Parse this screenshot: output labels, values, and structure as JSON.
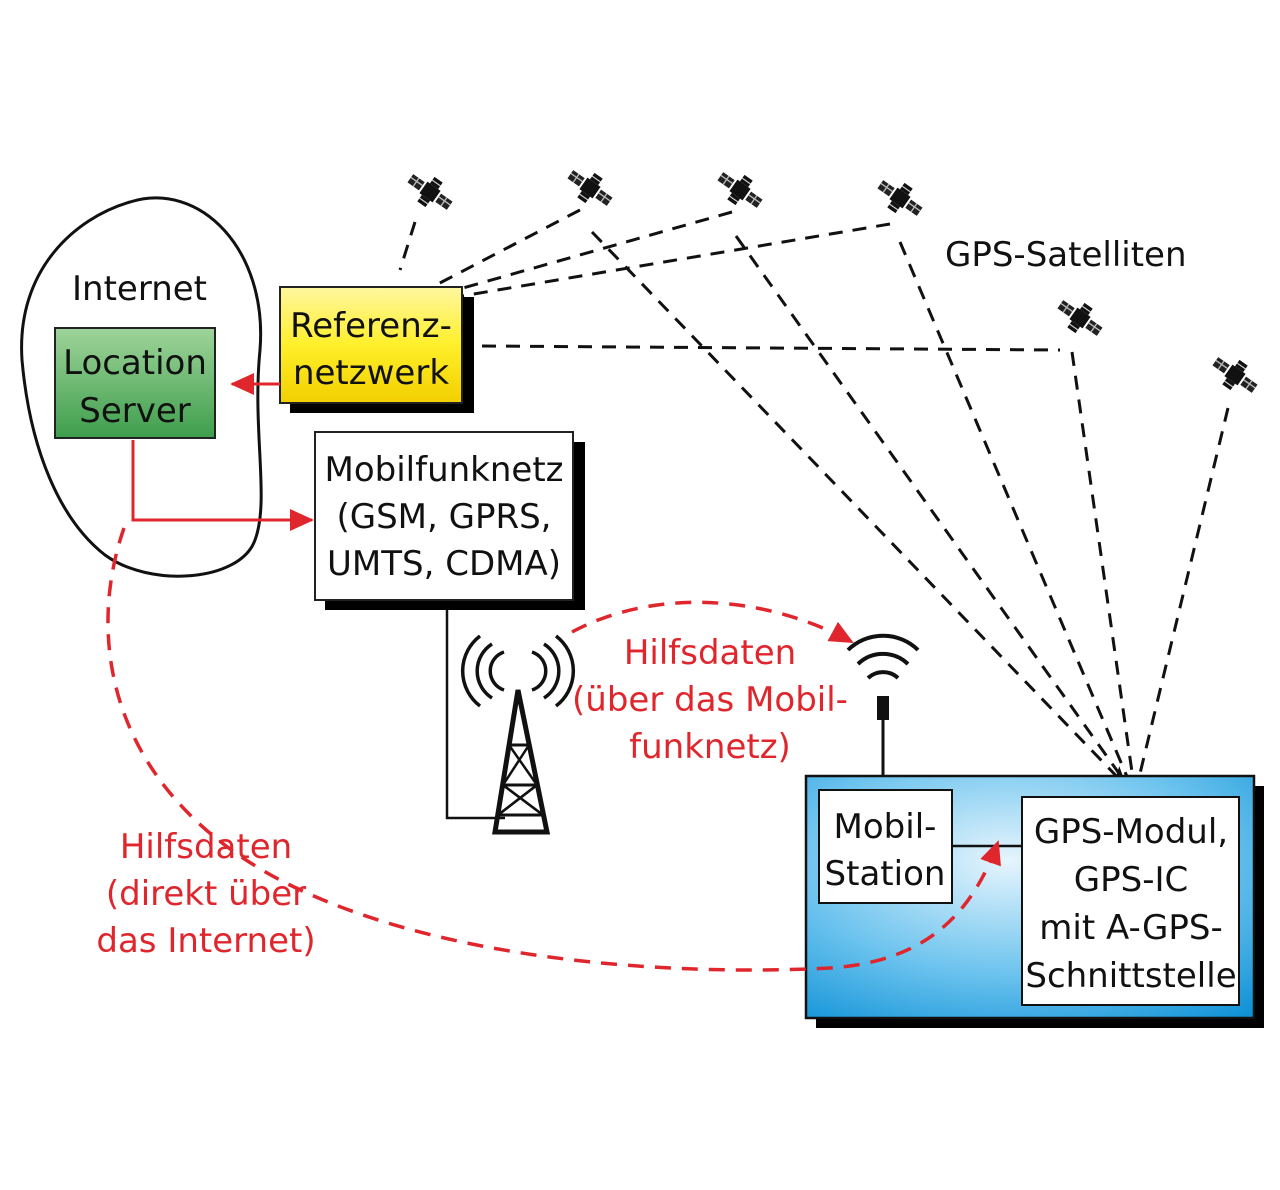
{
  "labels": {
    "gps_satellites": "GPS-Satelliten",
    "internet": "Internet",
    "location_server": [
      "Location",
      "Server"
    ],
    "reference_network": [
      "Referenz-",
      "netzwerk"
    ],
    "mobile_network": [
      "Mobilfunknetz",
      "(GSM, GPRS,",
      "UMTS, CDMA)"
    ],
    "assist_via_mobile": [
      "Hilfsdaten",
      "(über das Mobil-",
      "funknetz)"
    ],
    "assist_via_internet": [
      "Hilfsdaten",
      "(direkt über",
      "das Internet)"
    ],
    "mobile_station": [
      "Mobil-",
      "Station"
    ],
    "gps_module": [
      "GPS-Modul,",
      "GPS-IC",
      "mit A-GPS-",
      "Schnittstelle"
    ]
  },
  "colors": {
    "reference_box": "#ffef2a",
    "location_server_box": "#4fb05a",
    "device_box": "#1598d8",
    "assist_data_arrow": "#e0262d",
    "line": "#111111",
    "shadow": "#000000"
  },
  "icons": [
    "satellite-icon",
    "cell-tower-icon",
    "antenna-icon"
  ]
}
